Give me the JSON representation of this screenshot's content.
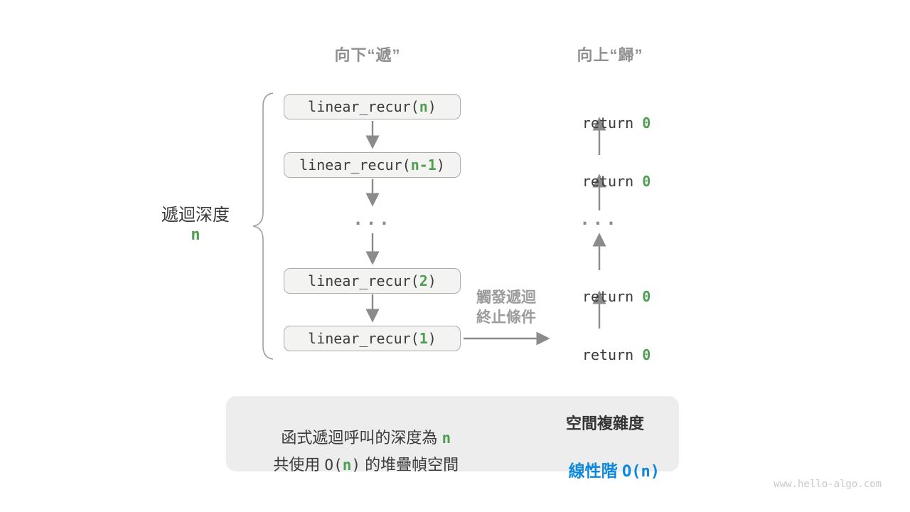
{
  "headers": {
    "descend": "向下“遞”",
    "ascend": "向上“歸”"
  },
  "depth_label": {
    "title": "遞迴深度",
    "value": "n"
  },
  "call_boxes": [
    {
      "pre": "linear_recur(",
      "arg": "n",
      "post": ")"
    },
    {
      "pre": "linear_recur(",
      "arg": "n-1",
      "post": ")"
    },
    {
      "pre": "linear_recur(",
      "arg": "2",
      "post": ")"
    },
    {
      "pre": "linear_recur(",
      "arg": "1",
      "post": ")"
    }
  ],
  "ellipsis": "...",
  "return_statement": {
    "keyword": "return ",
    "value": "0"
  },
  "base_case_label": {
    "line1": "觸發遞迴",
    "line2": "終止條件"
  },
  "summary": {
    "line1": {
      "text": "函式遞迴呼叫的深度為 ",
      "value": "n"
    },
    "line2": {
      "prefix": "共使用 ",
      "code_open": "O(",
      "code_arg": "n",
      "code_close": ")",
      "suffix": " 的堆疊幀空間"
    },
    "result": {
      "title": "空間複雜度",
      "label": "線性階 ",
      "complexity": "O(n)"
    }
  },
  "watermark": "www.hello-algo.com",
  "colors": {
    "green": "#4e9e51",
    "blue": "#0d88da",
    "arrow_gray": "#8b8b8b"
  }
}
